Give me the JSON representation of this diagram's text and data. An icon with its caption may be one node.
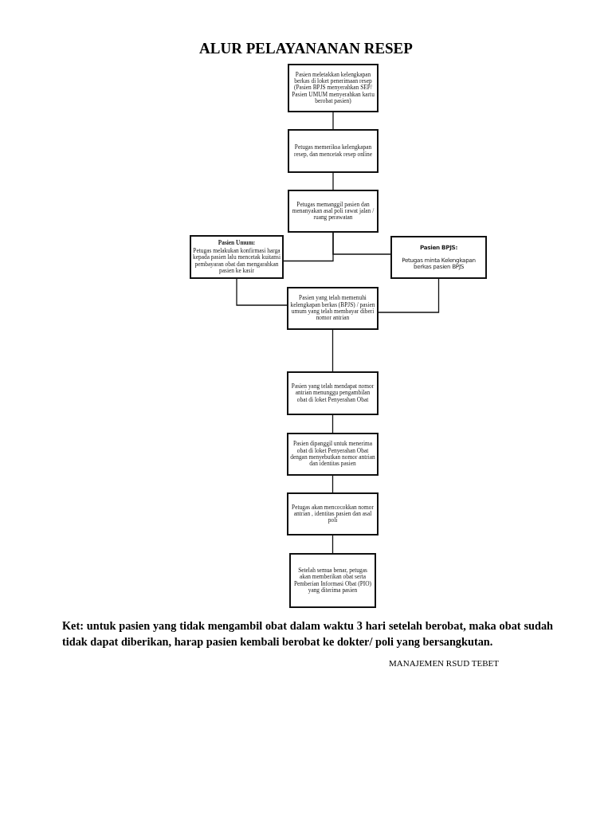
{
  "diagram": {
    "title": "ALUR PELAYANANAN RESEP",
    "nodes": [
      {
        "text": [
          "Pasien meletakkan kelengkapan berkas di loket penerimaan resep (Pasien BPJS  menyerahkan SEP/ Pasien UMUM menyerahkan kartu berobat pasien)"
        ]
      },
      {
        "text": [
          "Petugas memeriksa kelengkapan resep, dan mencetak resep online"
        ]
      },
      {
        "text": [
          "Petugas  memanggil pasien dan menanyakan asal poli rawat jalan / ruang perawatan"
        ]
      },
      {
        "text": [
          "Pasien Umum:",
          "Petugas melakukan konfirmasi harga kepada pasien lalu mencetak kuitansi pembayaran obat dan mengarahkan pasien ke kasir"
        ]
      },
      {
        "text": [
          "Pasien BPJS:",
          "Petugas minta Kelengkapan berkas pasien BPJS"
        ]
      },
      {
        "text": [
          "Pasien yang telah memenuhi kelengkapan berkas (BPJS) / pasien umum yang telah membayar diberi nomor antrian"
        ]
      },
      {
        "text": [
          "Pasien yang telah mendapat nomor antrian menunggu pengambilan obat di loket Penyerahan Obat"
        ]
      },
      {
        "text": [
          "Pasien dipanggil untuk menerima obat di loket Penyerahan Obat dengan menyebutkan nomor antrian dan identitas  pasien"
        ]
      },
      {
        "text": [
          "Petugas akan mencocokkan nomor antrian , identitas  pasien dan  asal poli"
        ]
      },
      {
        "text": [
          "Setelah semua benar, petugas akan memberikan obat serta Pemberian  Informasi Obat (PIO) yang diterima pasien"
        ]
      }
    ],
    "edges": [
      {
        "from": 0,
        "to": 1,
        "arrow": "none"
      },
      {
        "from": 1,
        "to": 2,
        "arrow": "none"
      },
      {
        "from": 2,
        "to": 3,
        "arrow": "none"
      },
      {
        "from": 2,
        "to": 4,
        "arrow": "none"
      },
      {
        "from": 3,
        "to": 5,
        "arrow": "none"
      },
      {
        "from": 4,
        "to": 5,
        "arrow": "none"
      },
      {
        "from": 5,
        "to": 6,
        "arrow": "none"
      },
      {
        "from": 6,
        "to": 7,
        "arrow": "none"
      },
      {
        "from": 7,
        "to": 8,
        "arrow": "none"
      },
      {
        "from": 8,
        "to": 9,
        "arrow": "none"
      }
    ],
    "labels": [
      "Ket: untuk pasien yang tidak mengambil obat dalam waktu 3 hari setelah berobat, maka obat sudah tidak dapat diberikan, harap pasien kembali berobat ke dokter/ poli yang bersangkutan.",
      "MANAJEMEN RSUD TEBET"
    ]
  }
}
